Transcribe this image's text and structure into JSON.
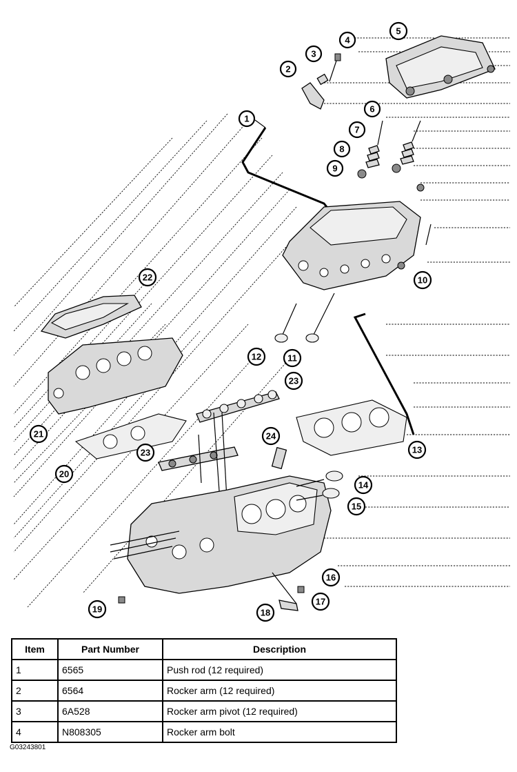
{
  "callouts": [
    "1",
    "2",
    "3",
    "4",
    "5",
    "6",
    "7",
    "8",
    "9",
    "10",
    "11",
    "12",
    "13",
    "14",
    "15",
    "16",
    "17",
    "18",
    "19",
    "20",
    "21",
    "22",
    "23",
    "23",
    "24"
  ],
  "table": {
    "headers": {
      "item": "Item",
      "part_number": "Part Number",
      "description": "Description"
    },
    "rows": [
      {
        "item": "1",
        "part_number": "6565",
        "description": "Push rod (12 required)"
      },
      {
        "item": "2",
        "part_number": "6564",
        "description": "Rocker arm (12 required)"
      },
      {
        "item": "3",
        "part_number": "6A528",
        "description": "Rocker arm pivot (12 required)"
      },
      {
        "item": "4",
        "part_number": "N808305",
        "description": "Rocker arm bolt"
      }
    ]
  },
  "figure_code": "G03243801"
}
